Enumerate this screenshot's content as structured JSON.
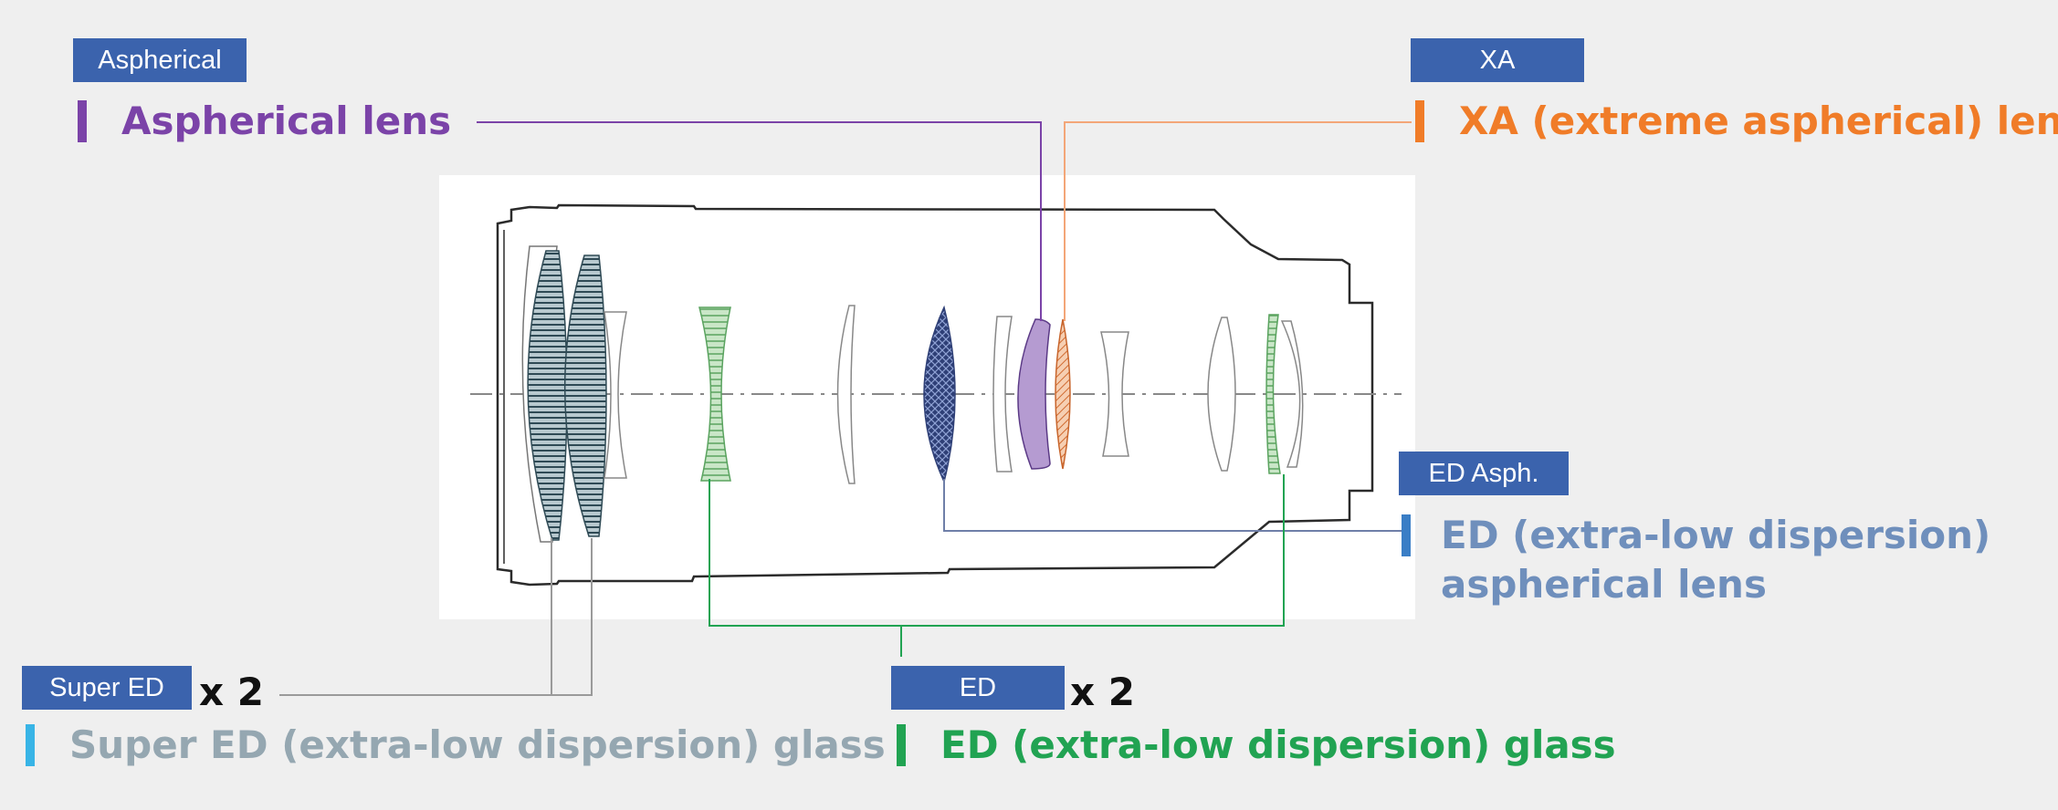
{
  "colors": {
    "badge": "#3b63ad",
    "aspherical": "#7b43a8",
    "xa": "#f07c28",
    "ed_asph_text": "#6f8fbc",
    "ed_asph_bar": "#3a7ec6",
    "super_ed_text": "#95a7b1",
    "super_ed_bar": "#38b4e6",
    "ed": "#21a352"
  },
  "labels": {
    "aspherical": {
      "badge": "Aspherical",
      "text": "Aspherical lens"
    },
    "xa": {
      "badge": "XA",
      "text": "XA (extreme aspherical) lens"
    },
    "ed_asph": {
      "badge": "ED Asph.",
      "line1": "ED  (extra-low dispersion)",
      "line2": "aspherical lens"
    },
    "super_ed": {
      "badge": "Super ED",
      "count": "x 2",
      "text": "Super ED (extra-low dispersion) glass"
    },
    "ed": {
      "badge": "ED",
      "count": "x 2",
      "text": "ED (extra-low dispersion) glass"
    }
  }
}
